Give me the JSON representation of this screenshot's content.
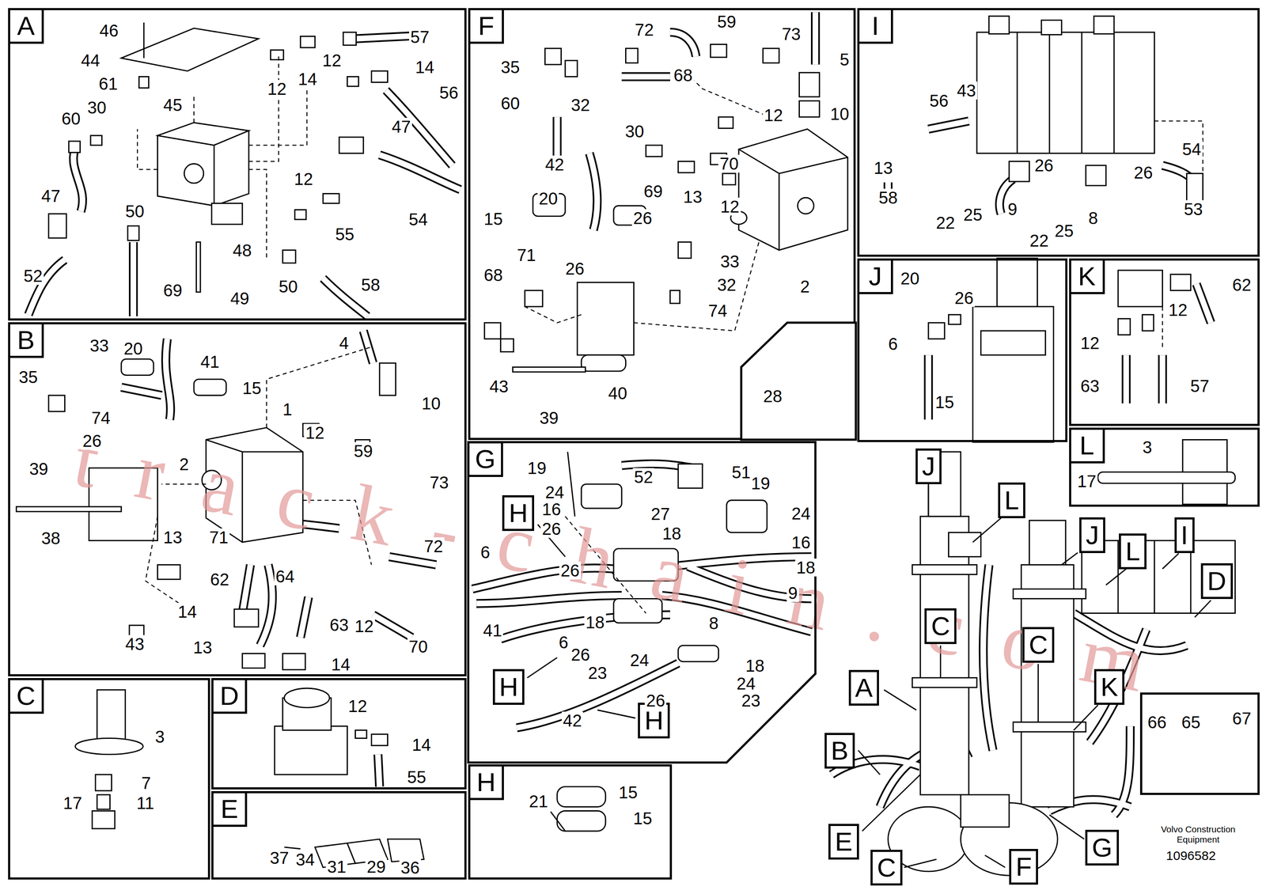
{
  "diagram": {
    "nodes": [
      {
        "text": [
          "A"
        ]
      },
      {
        "text": [
          "F"
        ]
      },
      {
        "text": [
          "I"
        ]
      },
      {
        "text": [
          "J"
        ]
      },
      {
        "text": [
          "K"
        ]
      },
      {
        "text": [
          "L"
        ]
      },
      {
        "text": [
          "28"
        ]
      },
      {
        "text": [
          "B"
        ]
      },
      {
        "text": [
          "G"
        ]
      },
      {
        "text": [
          "H"
        ],
        "in": 8
      },
      {
        "text": [
          "H"
        ],
        "in": 8
      },
      {
        "text": [
          "H"
        ],
        "in": 8
      },
      {
        "text": [
          "C"
        ]
      },
      {
        "text": [
          "D"
        ]
      },
      {
        "text": [
          "E"
        ]
      },
      {
        "text": [
          "H"
        ]
      },
      {
        "text": [
          "J"
        ]
      },
      {
        "text": [
          "L"
        ]
      },
      {
        "text": [
          "J"
        ]
      },
      {
        "text": [
          "I"
        ]
      },
      {
        "text": [
          "L"
        ]
      },
      {
        "text": [
          "D"
        ]
      },
      {
        "text": [
          "C"
        ]
      },
      {
        "text": [
          "C"
        ]
      },
      {
        "text": [
          "K"
        ]
      },
      {
        "text": [
          "A"
        ]
      },
      {
        "text": [
          "B"
        ]
      },
      {
        "text": [
          "E"
        ]
      },
      {
        "text": [
          "G"
        ]
      },
      {
        "text": [
          "F"
        ]
      },
      {
        "text": [
          "C"
        ]
      },
      {
        "text": [
          "66",
          "65",
          "67"
        ]
      }
    ],
    "labels": [
      "46",
      "44",
      "61",
      "45",
      "12",
      "14",
      "57",
      "12",
      "14",
      "56",
      "47",
      "30",
      "60",
      "12",
      "55",
      "54",
      "47",
      "50",
      "48",
      "52",
      "69",
      "50",
      "58",
      "49",
      "72",
      "59",
      "73",
      "35",
      "68",
      "5",
      "60",
      "32",
      "30",
      "12",
      "10",
      "70",
      "42",
      "69",
      "13",
      "12",
      "20",
      "15",
      "26",
      "26",
      "71",
      "68",
      "33",
      "32",
      "2",
      "74",
      "43",
      "40",
      "39",
      "56",
      "43",
      "13",
      "26",
      "26",
      "54",
      "58",
      "22",
      "25",
      "9",
      "8",
      "53",
      "22",
      "25",
      "20",
      "26",
      "6",
      "15",
      "62",
      "12",
      "12",
      "63",
      "57",
      "3",
      "17",
      "20",
      "33",
      "41",
      "4",
      "35",
      "15",
      "10",
      "1",
      "12",
      "74",
      "26",
      "59",
      "73",
      "2",
      "39",
      "38",
      "13",
      "71",
      "72",
      "62",
      "64",
      "14",
      "63",
      "12",
      "70",
      "43",
      "13",
      "14",
      "3",
      "7",
      "17",
      "11",
      "12",
      "14",
      "55",
      "37",
      "34",
      "31",
      "29",
      "36",
      "19",
      "51",
      "52",
      "19",
      "24",
      "16",
      "24",
      "27",
      "26",
      "18",
      "16",
      "6",
      "26",
      "18",
      "9",
      "8",
      "41",
      "18",
      "6",
      "26",
      "24",
      "18",
      "24",
      "23",
      "26",
      "23",
      "42",
      "21",
      "15",
      "15",
      "Volvo Construction Equipment",
      "1096582",
      "track-chain.com"
    ]
  }
}
